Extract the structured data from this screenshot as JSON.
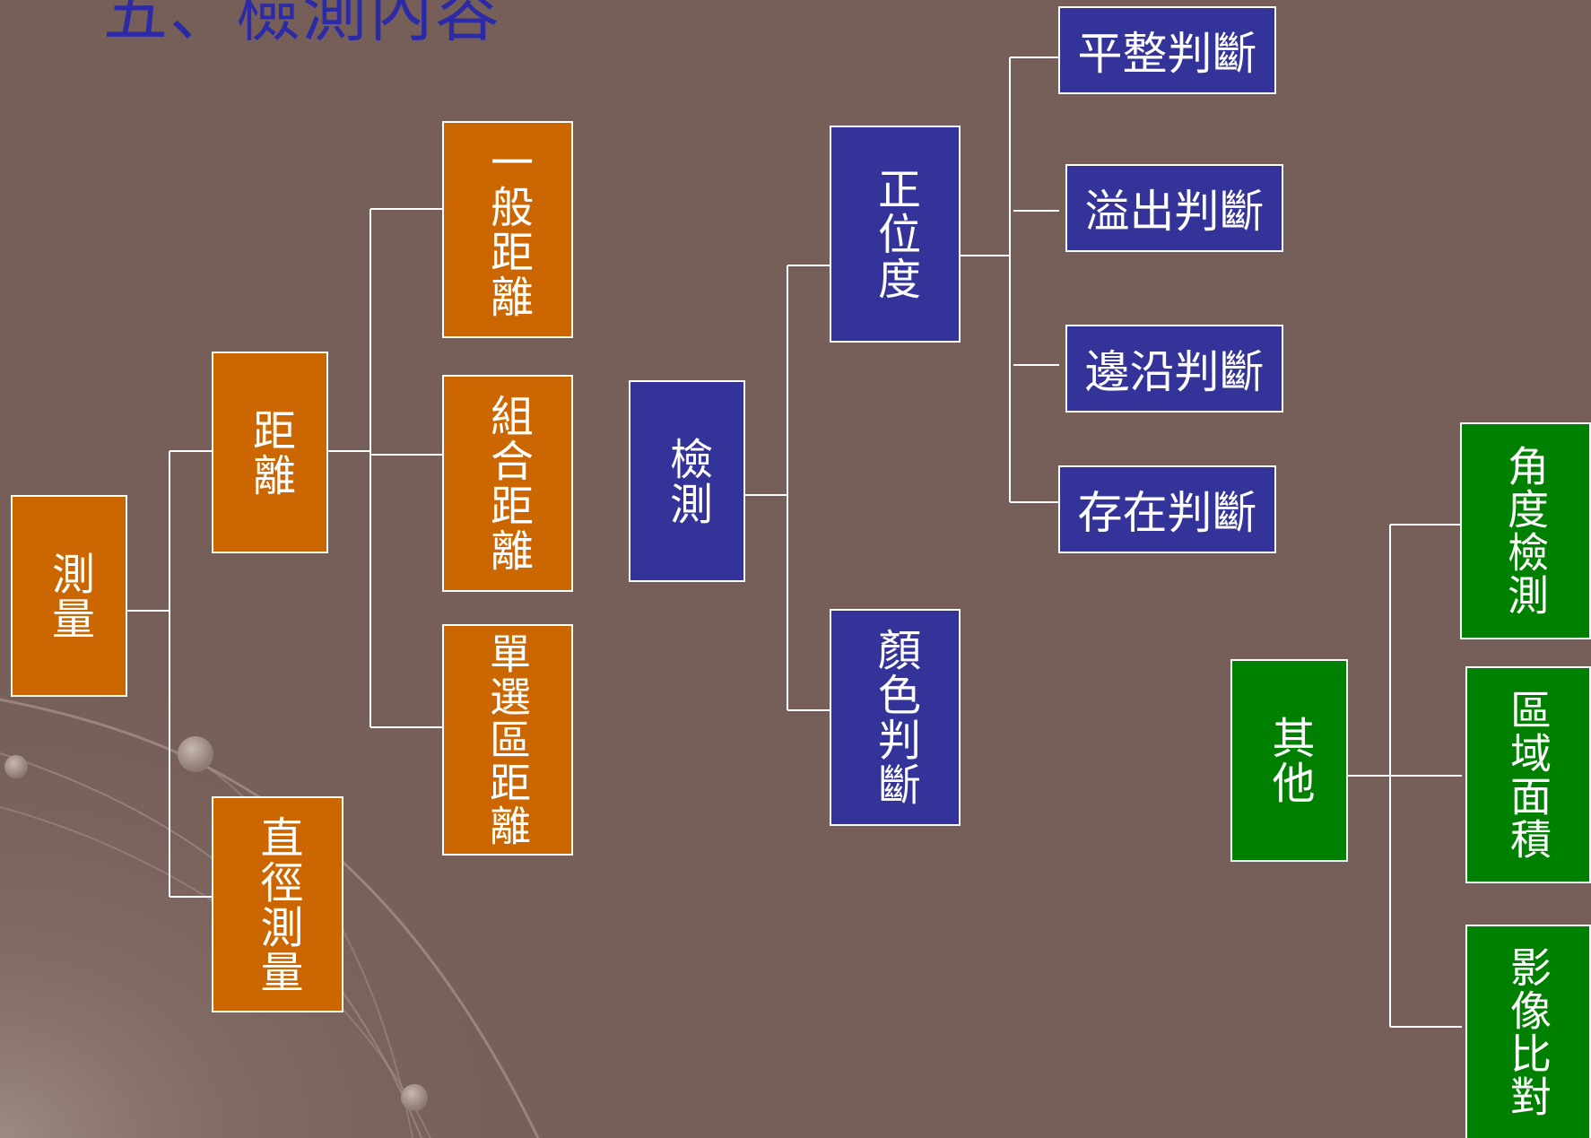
{
  "title": "五、檢測內容",
  "colors": {
    "background": "#765f58",
    "title": "#2c2aa6",
    "measure_group": "#cc6600",
    "inspect_group": "#333399",
    "other_group": "#008000",
    "connector": "#ffffff"
  },
  "measure": {
    "root": "測量",
    "distance": "距離",
    "diameter": "直徑測量",
    "general_distance": "一般距離",
    "combined_distance": "組合距離",
    "selected_area_distance": "單選區距離"
  },
  "inspect": {
    "root": "檢測",
    "position": "正位度",
    "color": "顏色判斷",
    "flatness": "平整判斷",
    "overflow": "溢出判斷",
    "edge": "邊沿判斷",
    "presence": "存在判斷"
  },
  "other": {
    "root": "其他",
    "angle": "角度檢測",
    "area": "區域面積",
    "image_compare": "影像比對"
  }
}
